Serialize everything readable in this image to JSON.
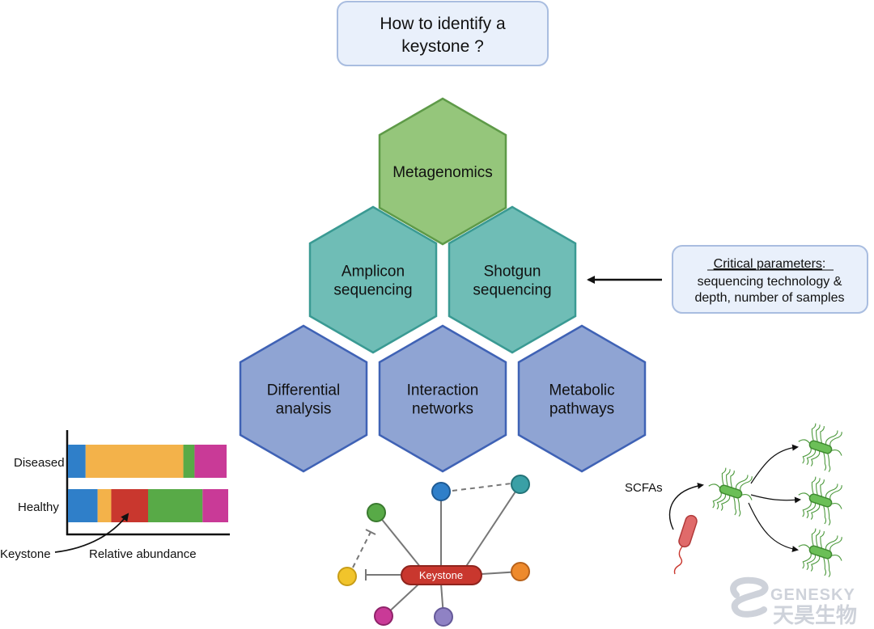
{
  "title": {
    "line1": "How to identify a",
    "line2": "keystone ?"
  },
  "hexagons": [
    {
      "id": "metagenomics",
      "lines": [
        "Metagenomics"
      ],
      "fill": "#95c67b",
      "stroke": "#5e9a48"
    },
    {
      "id": "amplicon",
      "lines": [
        "Amplicon",
        "sequencing"
      ],
      "fill": "#6fbdb6",
      "stroke": "#3a9a93"
    },
    {
      "id": "shotgun",
      "lines": [
        "Shotgun",
        "sequencing"
      ],
      "fill": "#6fbdb6",
      "stroke": "#3a9a93"
    },
    {
      "id": "differential",
      "lines": [
        "Differential",
        "analysis"
      ],
      "fill": "#8fa4d3",
      "stroke": "#3f62b5"
    },
    {
      "id": "interaction",
      "lines": [
        "Interaction",
        "networks"
      ],
      "fill": "#8fa4d3",
      "stroke": "#3f62b5"
    },
    {
      "id": "metabolic",
      "lines": [
        "Metabolic",
        "pathways"
      ],
      "fill": "#8fa4d3",
      "stroke": "#3f62b5"
    }
  ],
  "params_box": {
    "heading": "Critical parameters",
    "heading_suffix": ":",
    "line2": "sequencing technology &",
    "line3": "depth, number of samples"
  },
  "abundance_chart": {
    "rows": [
      {
        "label": "Diseased",
        "segments": [
          {
            "color": "#2f7fc9",
            "value": 0.11
          },
          {
            "color": "#f3b24a",
            "value": 0.61
          },
          {
            "color": "#58aa47",
            "value": 0.07
          },
          {
            "color": "#c93a97",
            "value": 0.2
          }
        ]
      },
      {
        "label": "Healthy",
        "segments": [
          {
            "color": "#2f7fc9",
            "value": 0.185
          },
          {
            "color": "#f3b24a",
            "value": 0.085
          },
          {
            "color": "#c9372e",
            "value": 0.23
          },
          {
            "color": "#58aa47",
            "value": 0.34
          },
          {
            "color": "#c93a97",
            "value": 0.16
          }
        ]
      }
    ],
    "xlabel": "Relative abundance",
    "keystone_label": "Keystone"
  },
  "network": {
    "center_label": "Keystone",
    "center_color": "#c9372e"
  },
  "bacteria": {
    "scfa_label": "SCFAs"
  },
  "watermark": {
    "en": "GENESKY",
    "cn": "天昊生物"
  }
}
